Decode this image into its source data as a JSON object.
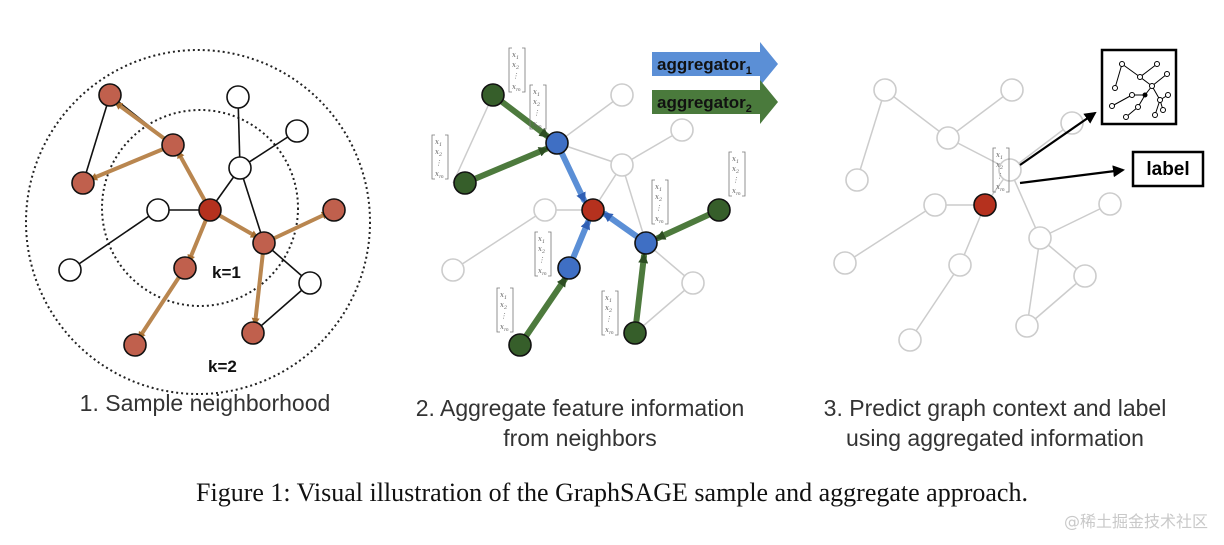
{
  "panel1": {
    "k1_label": "k=1",
    "k2_label": "k=2",
    "caption": "1. Sample neighborhood"
  },
  "panel2": {
    "aggregator1": {
      "text": "aggregator",
      "sub": "1",
      "color": "#5b8fd6"
    },
    "aggregator2": {
      "text": "aggregator",
      "sub": "2",
      "color": "#4a7a3c"
    },
    "feature_vector": {
      "x1": "x",
      "x2": "x",
      "xm": "x",
      "sub1": "1",
      "sub2": "2",
      "subm": "m",
      "dots": "⋮"
    },
    "caption_line1": "2. Aggregate feature information",
    "caption_line2": "from neighbors"
  },
  "panel3": {
    "label_box": "label",
    "caption_line1": "3. Predict graph context and label",
    "caption_line2": "using aggregated information"
  },
  "figure_caption": "Figure 1: Visual illustration of the GraphSAGE sample and aggregate approach.",
  "watermark": "@稀土掘金技术社区",
  "colors": {
    "target_node": "#b5311e",
    "sampled_node": "#c0604d",
    "sample_edge": "#b9864f",
    "hop1_node": "#3f6fc4",
    "hop2_node": "#365e2a",
    "faded": "#cccccc"
  }
}
